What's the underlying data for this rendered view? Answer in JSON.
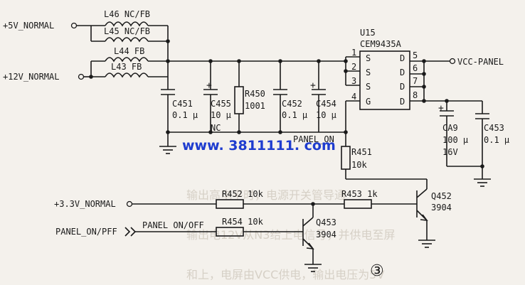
{
  "nets": {
    "v5": "+5V_NORMAL",
    "v12": "+12V_NORMAL",
    "vcc_panel": "VCC-PANEL",
    "v33": "+3.3V_NORMAL",
    "panel_on_pff": "PANEL_ON/PFF",
    "panel_on_off": "PANEL ON/OFF",
    "panel_on_mid": "PANEL_ON"
  },
  "inductors": {
    "l46": "L46 NC/FB",
    "l45": "L45 NC/FB",
    "l44": "L44 FB",
    "l43": "L43 FB"
  },
  "capacitors": {
    "c451": {
      "ref": "C451",
      "val": "0.1 µ"
    },
    "c455": {
      "ref": "C455",
      "val": "10 µ",
      "note": "NC"
    },
    "c452": {
      "ref": "C452",
      "val": "0.1 µ"
    },
    "c454": {
      "ref": "C454",
      "val": "10 µ"
    },
    "ca9": {
      "ref": "CA9",
      "val": "100 µ",
      "volt": "16V"
    },
    "c453": {
      "ref": "C453",
      "val": "0.1 µ"
    }
  },
  "resistors": {
    "r450": {
      "ref": "R450",
      "val": "1001"
    },
    "r451": {
      "ref": "R451",
      "val": "10k"
    },
    "r452": "R452 10k",
    "r453": "R453 1k",
    "r454": "R454 10k"
  },
  "ic": {
    "ref": "U15",
    "part": "CEM9435A",
    "left_pins": [
      "1",
      "2",
      "3",
      "4"
    ],
    "left_names": [
      "S",
      "S",
      "S",
      "G"
    ],
    "right_pins": [
      "5",
      "6",
      "7",
      "8"
    ],
    "right_names": [
      "D",
      "D",
      "D",
      "D"
    ]
  },
  "transistors": {
    "q452": {
      "ref": "Q452",
      "part": "3904"
    },
    "q453": {
      "ref": "Q453",
      "part": "3904"
    }
  },
  "watermark": "www. 3811111. com",
  "figure_mark": "③"
}
